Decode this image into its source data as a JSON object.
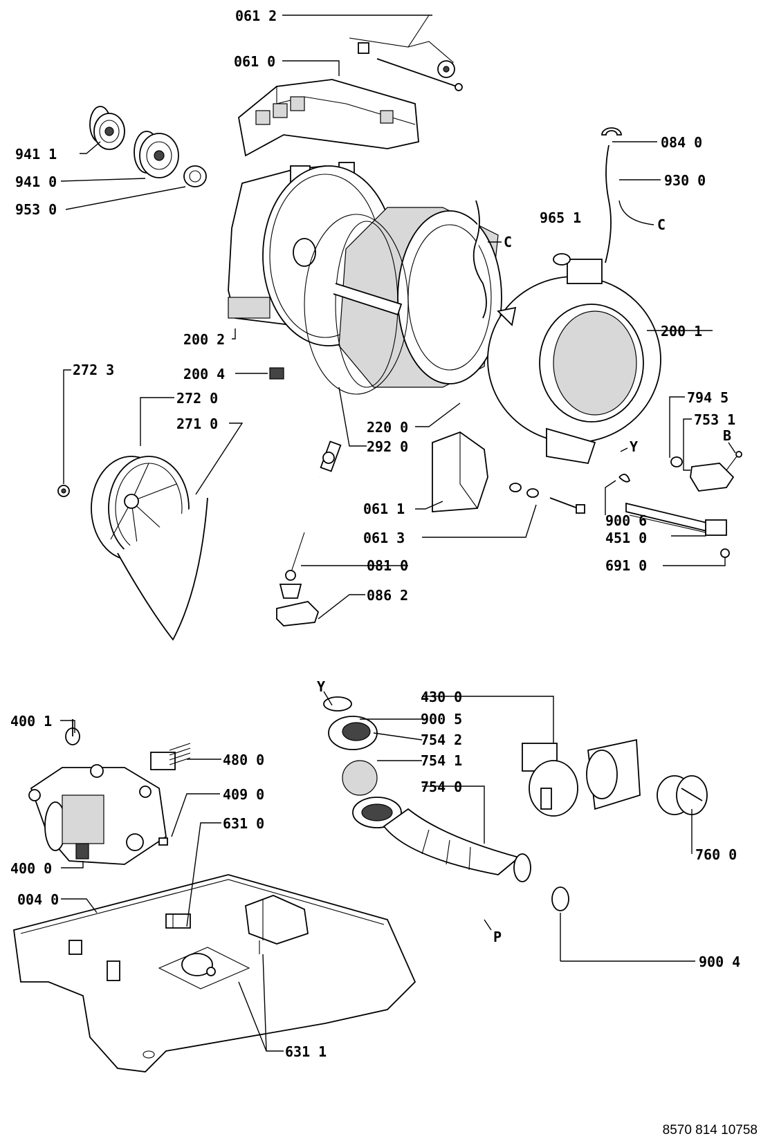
{
  "labels": {
    "p061_2": "061 2",
    "p061_0": "061 0",
    "p941_1": "941 1",
    "p941_0": "941 0",
    "p953_0": "953 0",
    "p084_0": "084 0",
    "p930_0": "930 0",
    "pC1": "C",
    "pC2": "C",
    "p965_1": "965 1",
    "p200_1": "200 1",
    "p200_2": "200 2",
    "p200_4": "200 4",
    "p272_3": "272 3",
    "p272_0": "272 0",
    "p271_0": "271 0",
    "p220_0": "220 0",
    "p292_0": "292 0",
    "p794_5": "794 5",
    "p753_1": "753 1",
    "pB": "B",
    "pY1": "Y",
    "p061_1": "061 1",
    "p061_3": "061 3",
    "p900_6": "900 6",
    "p451_0": "451 0",
    "p691_0": "691 0",
    "p081_0": "081 0",
    "p086_2": "086 2",
    "p400_1": "400 1",
    "p480_0": "480 0",
    "p409_0": "409 0",
    "p631_0": "631 0",
    "p400_0": "400 0",
    "p004_0": "004 0",
    "p631_1": "631 1",
    "pY2": "Y",
    "p900_5": "900 5",
    "p430_0": "430 0",
    "p754_2": "754 2",
    "p754_1": "754 1",
    "p754_0": "754 0",
    "p760_0": "760 0",
    "pP": "P",
    "p900_4": "900 4"
  },
  "reference": "8570 814 10758"
}
